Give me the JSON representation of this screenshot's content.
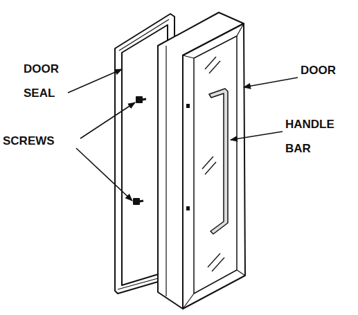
{
  "diagram": {
    "labels": [
      "DOOR SEAL",
      "SCREWS",
      "DOOR",
      "HANDLE BAR"
    ]
  }
}
